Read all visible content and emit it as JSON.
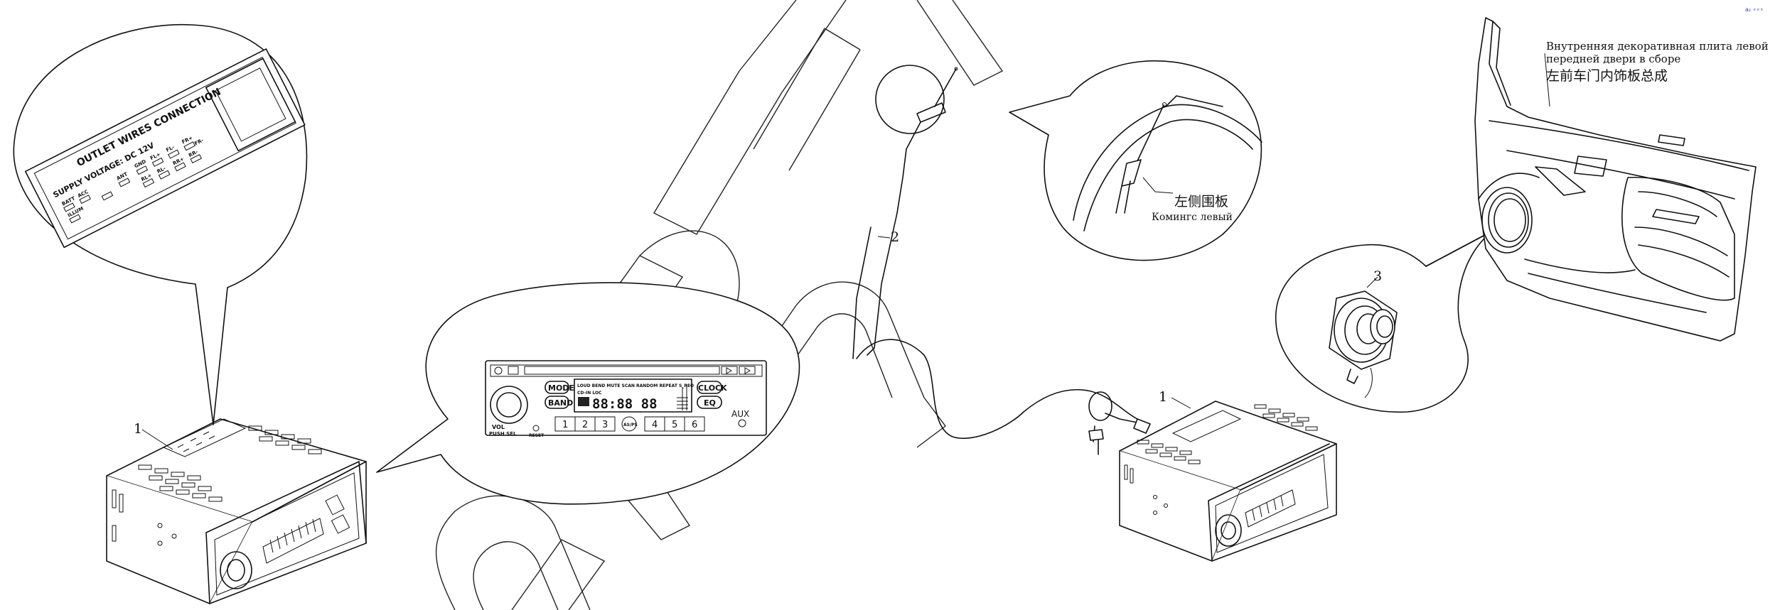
{
  "callouts": {
    "radio_left": "1",
    "antenna": "2",
    "radio_right": "1",
    "speaker": "3"
  },
  "labels": {
    "fender_cn": "左侧围板",
    "fender_ru": "Комингс левый",
    "door_ru_line1": "Внутренняя декоративная плита левой",
    "door_ru_line2": "передней двери в сборе",
    "door_cn": "左前车门内饰板总成"
  },
  "rear_panel": {
    "title": "OUTLET WIRES CONNECTION",
    "voltage": "SUPPLY VOLTAGE: DC 12V",
    "terminals": [
      "BATT",
      "ACC",
      "ILLUM",
      "ANT",
      "GND",
      "FL+",
      "FL-",
      "FR+",
      "FR-",
      "RL+",
      "RL-",
      "RR+",
      "RR-"
    ]
  },
  "front_panel": {
    "mode": "MODE",
    "band": "BAND",
    "clock": "CLOCK",
    "eq": "EQ",
    "aux": "AUX",
    "vol": "VOL",
    "push_sel": "PUSH SEL",
    "reset": "RESET",
    "presets": [
      "1",
      "2",
      "3",
      "4",
      "5",
      "6"
    ],
    "as_pm": "AS/PS",
    "display_indicators": "LOUD BEND MUTE SCAN RANDOM REPEAT S_REO",
    "display_sub": "CD-IN LOC",
    "display_digits": "88:88 88"
  },
  "corner_mark": "a₂ ∘∘∘"
}
